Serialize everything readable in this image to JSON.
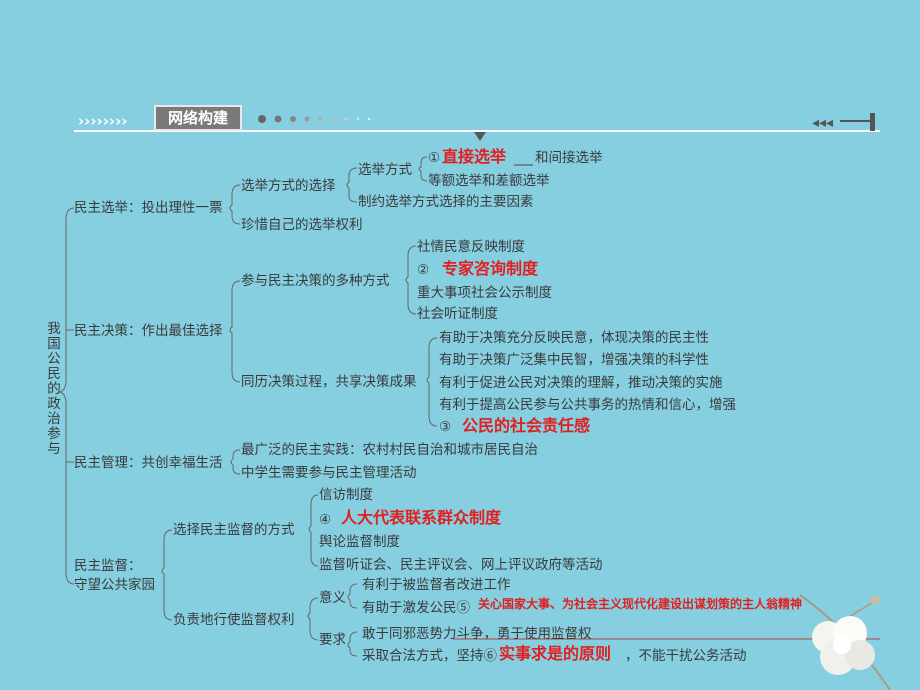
{
  "header": {
    "title": "网络构建"
  },
  "root": {
    "label": "我国公民的政治参与"
  },
  "branches": {
    "election": {
      "label": "民主选举：投出理性一票",
      "choice_method": "选举方式的选择",
      "cherish": "珍惜自己的选举权利",
      "method": "选举方式",
      "m1_marker": "①",
      "m1_answer": "直接选举",
      "m1_rest": "和间接选举",
      "m2": "等额选举和差额选举",
      "factors": "制约选举方式选择的主要因素"
    },
    "decision": {
      "label": "民主决策：作出最佳选择",
      "methods": "参与民主决策的多种方式",
      "m_a": "社情民意反映制度",
      "m_b_marker": "②",
      "m_b_answer": "专家咨询制度",
      "m_c": "重大事项社会公示制度",
      "m_d": "社会听证制度",
      "process": "同历决策过程，共享决策成果",
      "p1": "有助于决策充分反映民意，体现决策的民主性",
      "p2": "有助于决策广泛集中民智，增强决策的科学性",
      "p3": "有利于促进公民对决策的理解，推动决策的实施",
      "p4": "有利于提高公民参与公共事务的热情和信心，增强",
      "p5_marker": "③",
      "p5_answer": "公民的社会责任感"
    },
    "management": {
      "label": "民主管理：共创幸福生活",
      "l1": "最广泛的民主实践：农村村民自治和城市居民自治",
      "l2": "中学生需要参与民主管理活动"
    },
    "supervision": {
      "label_1": "民主监督：",
      "label_2": "守望公共家园",
      "choose": "选择民主监督的方式",
      "s1": "信访制度",
      "s2_marker": "④",
      "s2_answer": "人大代表联系群众制度",
      "s3": "舆论监督制度",
      "s4": "监督听证会、民主评议会、网上评议政府等活动",
      "exercise": "负责地行使监督权利",
      "meaning": "意义",
      "mean1": "有利于被监督者改进工作",
      "mean2": "有助于激发公民⑤",
      "mean2_answer": "关心国家大事、为社会主义现代化建设出谋划策的主人翁精神",
      "require": "要求",
      "req1": "敢于同邪恶势力斗争，勇于使用监督权",
      "req2": "采取合法方式，坚持⑥",
      "req2_answer": "实事求是的原则",
      "req2_rest": "，不能干扰公务活动"
    }
  },
  "colors": {
    "background": "#86cfe0",
    "answer": "#e02020",
    "badge": "#7a7a7a"
  }
}
